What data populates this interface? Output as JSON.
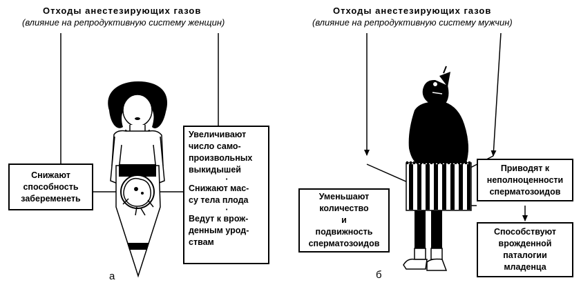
{
  "left_panel": {
    "title": "Отходы анестезирующих газов",
    "subtitle": "(влияние на репродуктивную систему женщин)",
    "box_conception": {
      "lines": [
        "Снижают",
        "способность",
        "забеременеть"
      ]
    },
    "box_effects": {
      "group1": [
        "Увеличивают",
        "число само-",
        "произвольных",
        "выкидышей"
      ],
      "sep1": "·",
      "group2": [
        "Снижают мас-",
        "су тела плода"
      ],
      "sep2": "·",
      "group3": [
        "Ведут к врож-",
        "денным урод-",
        "ствам"
      ]
    },
    "label": "а"
  },
  "right_panel": {
    "title": "Отходы анестезирующих газов",
    "subtitle": "(влияние на репродуктивную систему мужчин)",
    "box_sperm_quantity": {
      "lines": [
        "Уменьшают",
        "количество",
        "и",
        "подвижность",
        "сперматозоидов"
      ]
    },
    "box_sperm_quality": {
      "lines": [
        "Приводят к",
        "неполноценности",
        "сперматозоидов"
      ]
    },
    "box_congenital": {
      "lines": [
        "Способствуют",
        "врожденной",
        "паталогии",
        "младенца"
      ]
    },
    "label": "б"
  }
}
